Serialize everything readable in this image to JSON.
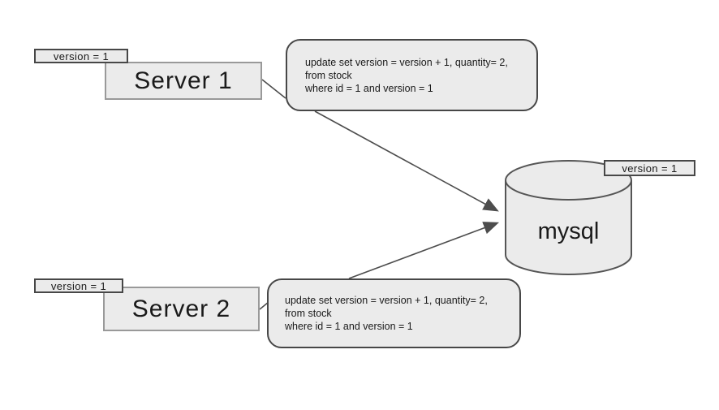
{
  "diagram": {
    "description": "Two servers issuing the same optimistic-lock update against a mysql database",
    "colors": {
      "background": "#ffffff",
      "box_fill": "#ebebeb",
      "server_border": "#999999",
      "label_border": "#474747",
      "cylinder_stroke": "#555555",
      "line": "#4d4d4d",
      "text": "#1a1a1a"
    },
    "server1": {
      "label": "Server 1"
    },
    "server2": {
      "label": "Server 2"
    },
    "database": {
      "label": "mysql"
    },
    "version_labels": {
      "server1": "version = 1",
      "server2": "version = 1",
      "database": "version = 1"
    },
    "query1": {
      "line1": "update set version = version + 1, quantity= 2,",
      "line2": "from stock",
      "line3": "where id = 1 and version = 1"
    },
    "query2": {
      "line1": "update set version = version + 1, quantity= 2,",
      "line2": "from stock",
      "line3": "where id = 1 and version = 1"
    }
  }
}
